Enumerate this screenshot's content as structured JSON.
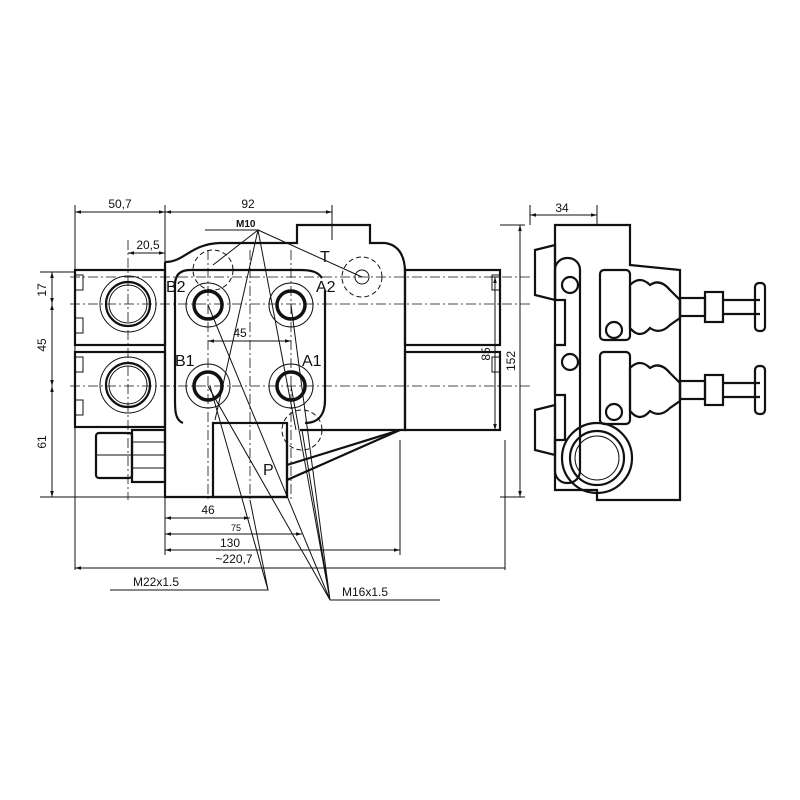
{
  "drawing": {
    "dimensions": {
      "d50_7": "50,7",
      "d92": "92",
      "d20_5": "20,5",
      "d45h": "45",
      "d17": "17",
      "d45v": "45",
      "d61": "61",
      "d85": "85",
      "d152": "152",
      "d46": "46",
      "d75": "75",
      "d130": "130",
      "d220_7": "~220,7",
      "d34": "34"
    },
    "ports": {
      "b2": "B2",
      "a2": "A2",
      "b1": "B1",
      "a1": "A1",
      "t": "T",
      "p": "P"
    },
    "threads": {
      "m10": "M10",
      "m22": "M22x1.5",
      "m16": "M16x1.5"
    }
  }
}
